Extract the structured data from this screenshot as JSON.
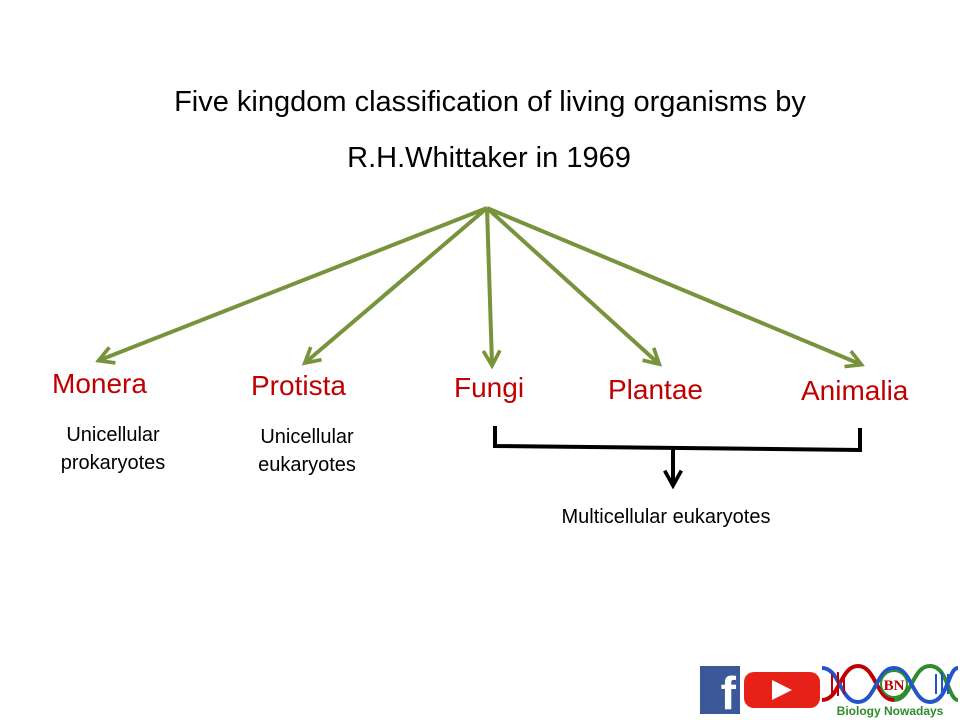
{
  "title": {
    "line1": "Five kingdom classification of living organisms by",
    "line2": "R.H.Whittaker in 1969"
  },
  "kingdoms": [
    {
      "name": "Monera",
      "description": [
        "Unicellular",
        "prokaryotes"
      ]
    },
    {
      "name": "Protista",
      "description": [
        "Unicellular",
        "eukaryotes"
      ]
    },
    {
      "name": "Fungi"
    },
    {
      "name": "Plantae"
    },
    {
      "name": "Animalia"
    }
  ],
  "group_label": "Multicellular eukaryotes",
  "logos": {
    "facebook_icon": "facebook-icon",
    "youtube_icon": "youtube-icon",
    "brand_badge": "BN",
    "brand_name": "Biology Nowadays"
  },
  "colors": {
    "arrow": "#77933c",
    "kingdom_text": "#c00000",
    "bracket": "#000000"
  }
}
